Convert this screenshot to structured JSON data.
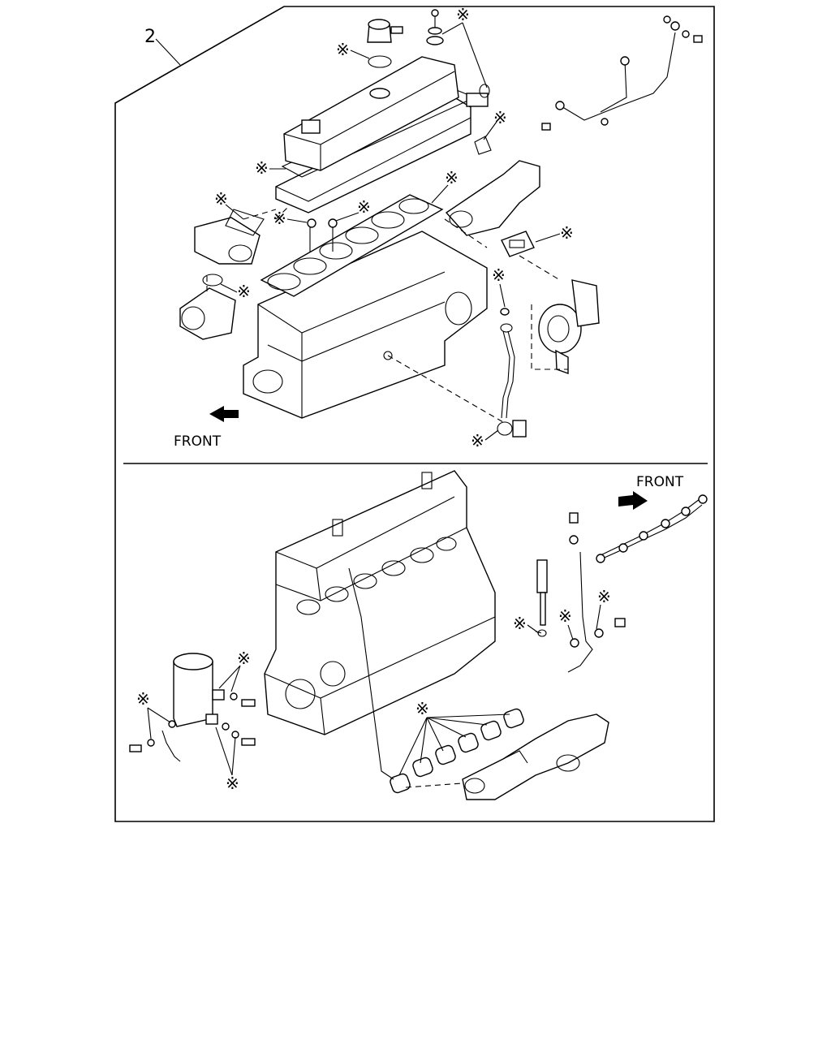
{
  "figure": {
    "item_number": "2",
    "front_label_top": "FRONT",
    "front_label_bottom": "FRONT",
    "callout_symbol": "※"
  }
}
